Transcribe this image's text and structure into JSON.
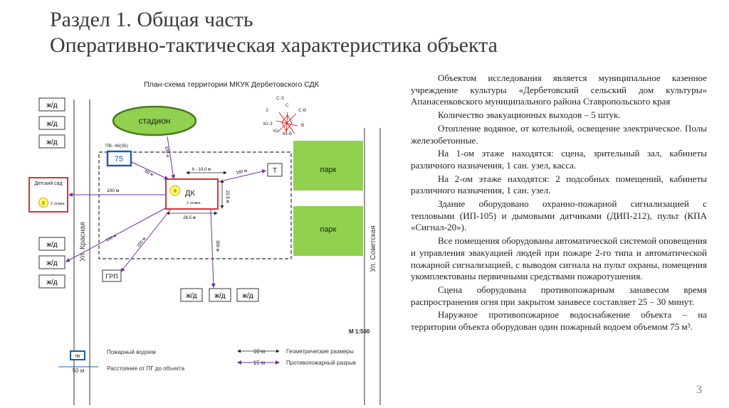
{
  "slide": {
    "title_line1": "Раздел 1. Общая часть",
    "title_line2": "Оперативно-тактическая характеристика объекта",
    "page_number": "3"
  },
  "scheme": {
    "title": "План-схема территории МКУК Дербетовского СДК",
    "railway_label": "ж/д",
    "stadium": "стадион",
    "park": "парк",
    "building_label": "ДК",
    "building_floors": "2 этажа",
    "building_roman": "II",
    "kindergarten_label": "Детский сад",
    "kindergarten_floors": "2 этажа",
    "kindergarten_roman": "II",
    "hydrant_label": "ПВ- 46(35)",
    "reservoir_volume": "75",
    "transformer": "Т",
    "fire_station": "ГРП",
    "street_left": "Ул. Красная",
    "street_right": "Ул. Советская",
    "scale": "М 1:500",
    "compass": [
      "С-З",
      "С",
      "С-В",
      "З",
      "В",
      "Ю-З",
      "Ю",
      "Ю-В"
    ],
    "distances": {
      "hydrant_dk": "60 м",
      "stadium_link": "100 м",
      "h_dim": "h - 10,0 м",
      "to_transformer": "150 м",
      "to_kindergarten": "100 м",
      "height_dim": "22,5 м",
      "width_dim": "26,5 м",
      "diag_150": "150 м",
      "diag_200": "200 м",
      "down_300": "300 м"
    },
    "legend": {
      "reservoir_icon_text": "ПВ",
      "reservoir": "Пожарный водоем",
      "distance_sample": "50 м",
      "distance_desc": "Расстояние от ПГ до объекта",
      "geom_sample": "10 м",
      "geom_desc": "Геометрические размеры",
      "fire_break_sample": "15 м",
      "fire_break_desc": "Противопожарный разрыв"
    }
  },
  "description": {
    "paragraphs": [
      "Объектом исследования является муниципальное казенное учреждение культуры «Дербетовский сельский дом культуры» Апанасенковского муниципального района Ставропольского края",
      "Количество эвакуационных выходов – 5 штук.",
      "Отопление водяное, от котельной, освещение электрическое. Полы железобетонные.",
      "На 1-ом этаже находятся: сцена, зрительный зал, кабинеты различного назначения, 1 сан. узел, касса.",
      "На 2-ом этаже находятся: 2 подсобных помещений, кабинеты различного назначения, 1 сан. узел.",
      "Здание оборудовано охранно-пожарной сигнализацией с тепловыми (ИП-105) и дымовыми датчиками (ДИП-212), пульт (КПА «Сигнал-20»).",
      "Все помещения оборудованы автоматической системой оповещения и управления эвакуацией людей при пожаре 2-го типа и автоматической пожарной сигнализацией, с выводом сигнала на пульт охраны, помещения укомплектованы первичными средствами пожаротушения.",
      "Сцена оборудована противопожарным занавесом время распространения огня при закрытом занавесе составляет 25 – 30 минут.",
      "Наружное противопожарное водоснабжение объекта – на территории объекта оборудован один пожарный водоем объемом 75 м³."
    ]
  },
  "colors": {
    "green_fill": "#92d050",
    "stadium_border": "#4a7a1c",
    "blue_box": "#1f5ea8",
    "red_box": "#e03030",
    "purple_line": "#7030a0",
    "yellow_circle": "#ffff66"
  }
}
